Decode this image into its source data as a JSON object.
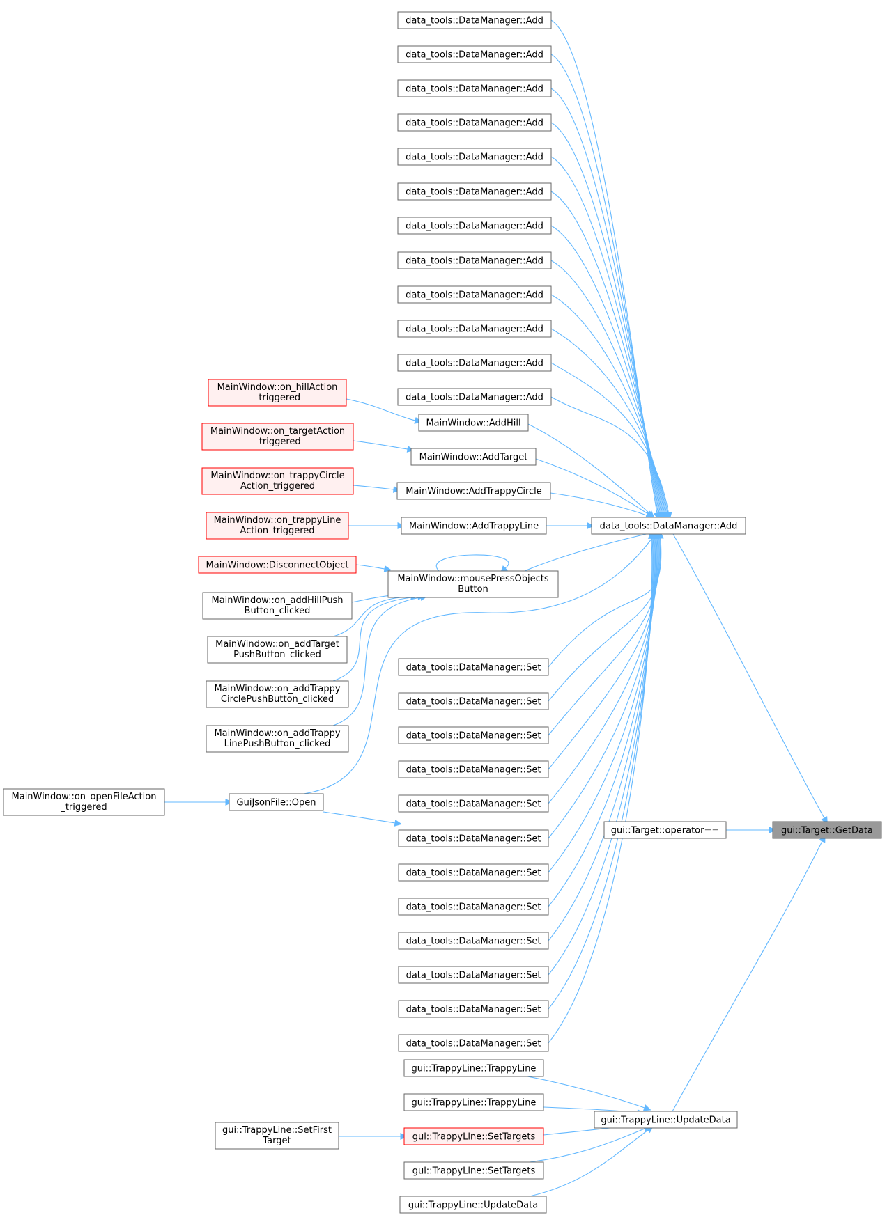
{
  "colors": {
    "edge": "#63b8ff",
    "node_border": "#666666",
    "node_fill": "#ffffff",
    "truncated_border": "#ff0000",
    "truncated_fill": "#fff0f0",
    "focus_border": "#666666",
    "focus_fill": "#999999"
  },
  "nodes": [
    {
      "id": "add1",
      "lines": [
        "data_tools::DataManager::Add"
      ]
    },
    {
      "id": "add2",
      "lines": [
        "data_tools::DataManager::Add"
      ]
    },
    {
      "id": "add3",
      "lines": [
        "data_tools::DataManager::Add"
      ]
    },
    {
      "id": "add4",
      "lines": [
        "data_tools::DataManager::Add"
      ]
    },
    {
      "id": "add5",
      "lines": [
        "data_tools::DataManager::Add"
      ]
    },
    {
      "id": "add6",
      "lines": [
        "data_tools::DataManager::Add"
      ]
    },
    {
      "id": "add7",
      "lines": [
        "data_tools::DataManager::Add"
      ]
    },
    {
      "id": "add8",
      "lines": [
        "data_tools::DataManager::Add"
      ]
    },
    {
      "id": "add9",
      "lines": [
        "data_tools::DataManager::Add"
      ]
    },
    {
      "id": "add10",
      "lines": [
        "data_tools::DataManager::Add"
      ]
    },
    {
      "id": "add11",
      "lines": [
        "data_tools::DataManager::Add"
      ]
    },
    {
      "id": "add12",
      "lines": [
        "data_tools::DataManager::Add"
      ]
    },
    {
      "id": "onHill",
      "lines": [
        "MainWindow::on_hillAction",
        "_triggered"
      ],
      "style": "truncated"
    },
    {
      "id": "onTarget",
      "lines": [
        "MainWindow::on_targetAction",
        "_triggered"
      ],
      "style": "truncated"
    },
    {
      "id": "onCircle",
      "lines": [
        "MainWindow::on_trappyCircle",
        "Action_triggered"
      ],
      "style": "truncated"
    },
    {
      "id": "onLine",
      "lines": [
        "MainWindow::on_trappyLine",
        "Action_triggered"
      ],
      "style": "truncated"
    },
    {
      "id": "addHill",
      "lines": [
        "MainWindow::AddHill"
      ]
    },
    {
      "id": "addTarget",
      "lines": [
        "MainWindow::AddTarget"
      ]
    },
    {
      "id": "addCircle",
      "lines": [
        "MainWindow::AddTrappyCircle"
      ]
    },
    {
      "id": "addLine",
      "lines": [
        "MainWindow::AddTrappyLine"
      ]
    },
    {
      "id": "dmAdd",
      "lines": [
        "data_tools::DataManager::Add"
      ]
    },
    {
      "id": "disconnect",
      "lines": [
        "MainWindow::DisconnectObject"
      ],
      "style": "truncated"
    },
    {
      "id": "mouse",
      "lines": [
        "MainWindow::mousePressObjects",
        "Button"
      ]
    },
    {
      "id": "pbHill",
      "lines": [
        "MainWindow::on_addHillPush",
        "Button_clicked"
      ]
    },
    {
      "id": "pbTarget",
      "lines": [
        "MainWindow::on_addTarget",
        "PushButton_clicked"
      ]
    },
    {
      "id": "pbCircle",
      "lines": [
        "MainWindow::on_addTrappy",
        "CirclePushButton_clicked"
      ]
    },
    {
      "id": "pbLine",
      "lines": [
        "MainWindow::on_addTrappy",
        "LinePushButton_clicked"
      ]
    },
    {
      "id": "openFile",
      "lines": [
        "MainWindow::on_openFileAction",
        "_triggered"
      ]
    },
    {
      "id": "jsonOpen",
      "lines": [
        "GuiJsonFile::Open"
      ]
    },
    {
      "id": "set1",
      "lines": [
        "data_tools::DataManager::Set"
      ]
    },
    {
      "id": "set2",
      "lines": [
        "data_tools::DataManager::Set"
      ]
    },
    {
      "id": "set3",
      "lines": [
        "data_tools::DataManager::Set"
      ]
    },
    {
      "id": "set4",
      "lines": [
        "data_tools::DataManager::Set"
      ]
    },
    {
      "id": "set5",
      "lines": [
        "data_tools::DataManager::Set"
      ]
    },
    {
      "id": "set6",
      "lines": [
        "data_tools::DataManager::Set"
      ]
    },
    {
      "id": "set7",
      "lines": [
        "data_tools::DataManager::Set"
      ]
    },
    {
      "id": "set8",
      "lines": [
        "data_tools::DataManager::Set"
      ]
    },
    {
      "id": "set9",
      "lines": [
        "data_tools::DataManager::Set"
      ]
    },
    {
      "id": "set10",
      "lines": [
        "data_tools::DataManager::Set"
      ]
    },
    {
      "id": "set11",
      "lines": [
        "data_tools::DataManager::Set"
      ]
    },
    {
      "id": "set12",
      "lines": [
        "data_tools::DataManager::Set"
      ]
    },
    {
      "id": "opEq",
      "lines": [
        "gui::Target::operator=="
      ]
    },
    {
      "id": "getData",
      "lines": [
        "gui::Target::GetData"
      ],
      "style": "focus"
    },
    {
      "id": "tl1",
      "lines": [
        "gui::TrappyLine::TrappyLine"
      ]
    },
    {
      "id": "tl2",
      "lines": [
        "gui::TrappyLine::TrappyLine"
      ]
    },
    {
      "id": "setFirst",
      "lines": [
        "gui::TrappyLine::SetFirst",
        "Target"
      ]
    },
    {
      "id": "setTargetsR",
      "lines": [
        "gui::TrappyLine::SetTargets"
      ],
      "style": "truncated"
    },
    {
      "id": "setTargets",
      "lines": [
        "gui::TrappyLine::SetTargets"
      ]
    },
    {
      "id": "upd2",
      "lines": [
        "gui::TrappyLine::UpdateData"
      ]
    },
    {
      "id": "upd",
      "lines": [
        "gui::TrappyLine::UpdateData"
      ]
    }
  ],
  "edges": [
    {
      "from": "add1",
      "to": "dmAdd"
    },
    {
      "from": "add2",
      "to": "dmAdd"
    },
    {
      "from": "add3",
      "to": "dmAdd"
    },
    {
      "from": "add4",
      "to": "dmAdd"
    },
    {
      "from": "add5",
      "to": "dmAdd"
    },
    {
      "from": "add6",
      "to": "dmAdd"
    },
    {
      "from": "add7",
      "to": "dmAdd"
    },
    {
      "from": "add8",
      "to": "dmAdd"
    },
    {
      "from": "add9",
      "to": "dmAdd"
    },
    {
      "from": "add10",
      "to": "dmAdd"
    },
    {
      "from": "add11",
      "to": "dmAdd"
    },
    {
      "from": "add12",
      "to": "dmAdd"
    },
    {
      "from": "onHill",
      "to": "addHill"
    },
    {
      "from": "onTarget",
      "to": "addTarget"
    },
    {
      "from": "onCircle",
      "to": "addCircle"
    },
    {
      "from": "onLine",
      "to": "addLine"
    },
    {
      "from": "addHill",
      "to": "dmAdd"
    },
    {
      "from": "addTarget",
      "to": "dmAdd"
    },
    {
      "from": "addCircle",
      "to": "dmAdd"
    },
    {
      "from": "addLine",
      "to": "dmAdd"
    },
    {
      "from": "mouse",
      "to": "dmAdd"
    },
    {
      "from": "mouse",
      "to": "mouse"
    },
    {
      "from": "disconnect",
      "to": "mouse"
    },
    {
      "from": "pbHill",
      "to": "mouse"
    },
    {
      "from": "pbTarget",
      "to": "mouse"
    },
    {
      "from": "pbCircle",
      "to": "mouse"
    },
    {
      "from": "pbLine",
      "to": "mouse"
    },
    {
      "from": "openFile",
      "to": "jsonOpen"
    },
    {
      "from": "jsonOpen",
      "to": "dmAdd"
    },
    {
      "from": "jsonOpen",
      "to": "set6"
    },
    {
      "from": "set1",
      "to": "dmAdd"
    },
    {
      "from": "set2",
      "to": "dmAdd"
    },
    {
      "from": "set3",
      "to": "dmAdd"
    },
    {
      "from": "set4",
      "to": "dmAdd"
    },
    {
      "from": "set5",
      "to": "dmAdd"
    },
    {
      "from": "set6",
      "to": "dmAdd"
    },
    {
      "from": "set7",
      "to": "dmAdd"
    },
    {
      "from": "set8",
      "to": "dmAdd"
    },
    {
      "from": "set9",
      "to": "dmAdd"
    },
    {
      "from": "set10",
      "to": "dmAdd"
    },
    {
      "from": "set11",
      "to": "dmAdd"
    },
    {
      "from": "set12",
      "to": "dmAdd"
    },
    {
      "from": "dmAdd",
      "to": "getData"
    },
    {
      "from": "opEq",
      "to": "getData"
    },
    {
      "from": "tl1",
      "to": "upd"
    },
    {
      "from": "tl2",
      "to": "upd"
    },
    {
      "from": "setFirst",
      "to": "setTargetsR"
    },
    {
      "from": "setTargetsR",
      "to": "upd"
    },
    {
      "from": "setTargets",
      "to": "upd"
    },
    {
      "from": "upd2",
      "to": "upd"
    },
    {
      "from": "upd",
      "to": "getData"
    }
  ]
}
